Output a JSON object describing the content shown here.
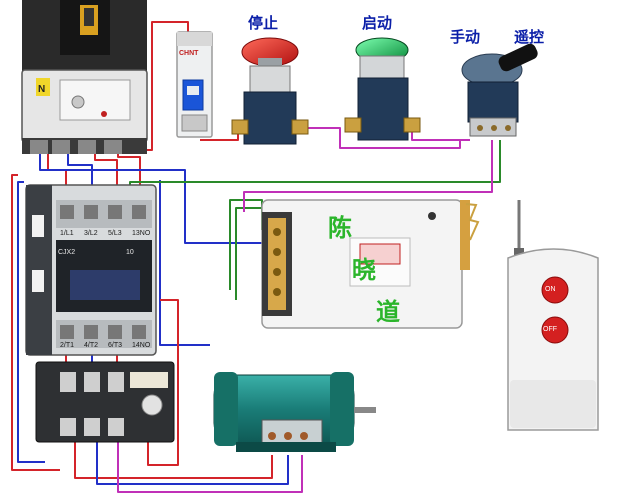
{
  "labels": {
    "stop": "停止",
    "start": "启动",
    "manual": "手动",
    "remote": "遥控"
  },
  "breaker": {
    "neutral_mark": "N"
  },
  "mcb": {
    "brand": "CHNT"
  },
  "contactor": {
    "model": "CJX2",
    "rating": "10",
    "top_terminals": [
      "1/L1",
      "3/L2",
      "5/L3",
      "13NO"
    ],
    "bottom_terminals": [
      "2/T1",
      "4/T2",
      "6/T3",
      "14NO"
    ]
  },
  "receiver": {
    "watermark": [
      "陈",
      "晓",
      "道"
    ]
  },
  "remote_control": {
    "on_label": "ON",
    "off_label": "OFF"
  },
  "colors": {
    "red_wire": "#d4242a",
    "blue_wire": "#2230c8",
    "green_wire": "#2a8a2a",
    "purple_wire": "#c030b8",
    "label_blue": "#0a1ea8",
    "watermark_green": "#2bb52b"
  }
}
